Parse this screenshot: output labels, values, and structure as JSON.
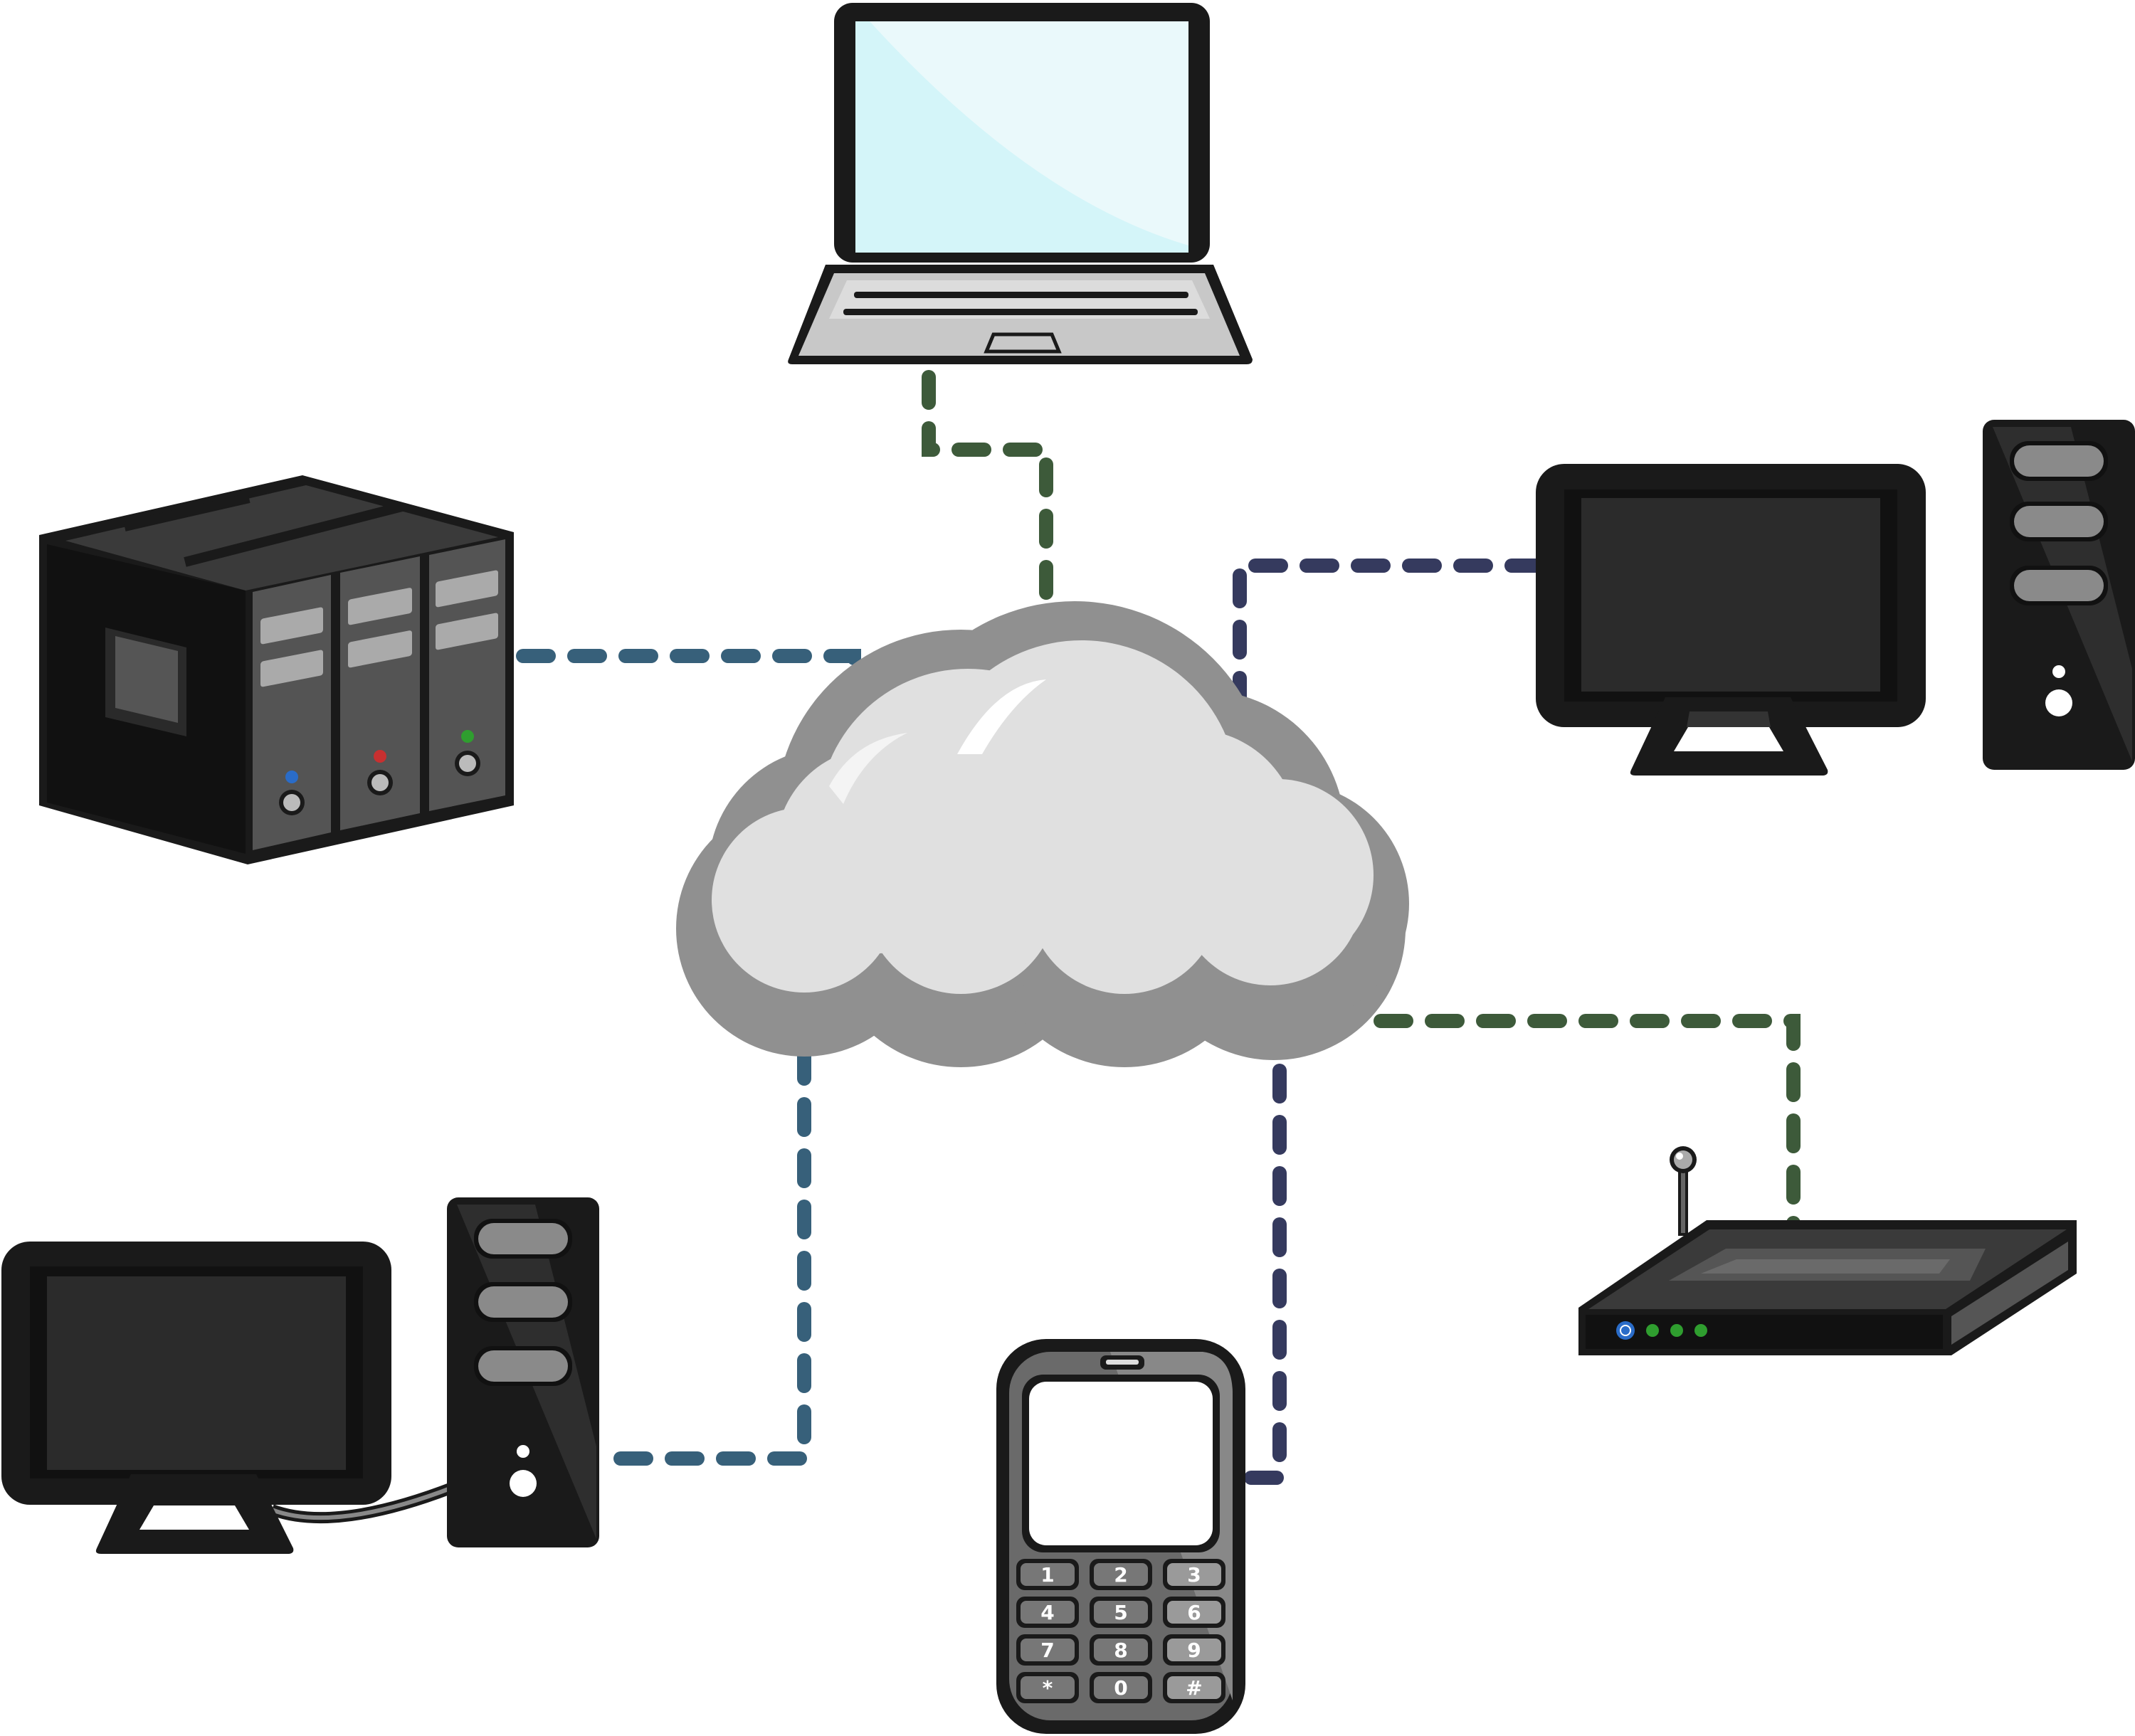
{
  "diagram": {
    "nodes": [
      {
        "id": "cloud",
        "icon": "cloud-icon"
      },
      {
        "id": "laptop",
        "icon": "laptop-icon"
      },
      {
        "id": "server-rack",
        "icon": "server-rack-icon"
      },
      {
        "id": "desktop-top-right",
        "icon": "desktop-computer-icon"
      },
      {
        "id": "desktop-bottom-left",
        "icon": "desktop-computer-icon"
      },
      {
        "id": "mobile-phone",
        "icon": "mobile-phone-icon"
      },
      {
        "id": "router",
        "icon": "wireless-router-icon"
      }
    ],
    "edges": [
      {
        "from": "laptop",
        "to": "cloud",
        "style": "dashed",
        "color": "#3d5a3a"
      },
      {
        "from": "server-rack",
        "to": "cloud",
        "style": "dashed",
        "color": "#37607a"
      },
      {
        "from": "desktop-top-right",
        "to": "cloud",
        "style": "dashed",
        "color": "#353a5e"
      },
      {
        "from": "router",
        "to": "cloud",
        "style": "dashed",
        "color": "#3d5a3a"
      },
      {
        "from": "desktop-bottom-left",
        "to": "cloud",
        "style": "dashed",
        "color": "#37607a"
      },
      {
        "from": "mobile-phone",
        "to": "cloud",
        "style": "dashed",
        "color": "#353a5e"
      }
    ]
  },
  "phone": {
    "keys": [
      "1",
      "2",
      "3",
      "4",
      "5",
      "6",
      "7",
      "8",
      "9",
      "*",
      "0",
      "#"
    ]
  },
  "colors": {
    "device_body": "#1a1a1a",
    "device_panel": "#3a3a3a",
    "screen_dark": "#2b2b2b",
    "laptop_screen": "#d4f5f9",
    "cloud_fill": "#e0e0e0",
    "cloud_outline": "#909090",
    "led_green": "#2f9e2f",
    "led_blue": "#2a6cc8",
    "led_red": "#c83030"
  }
}
